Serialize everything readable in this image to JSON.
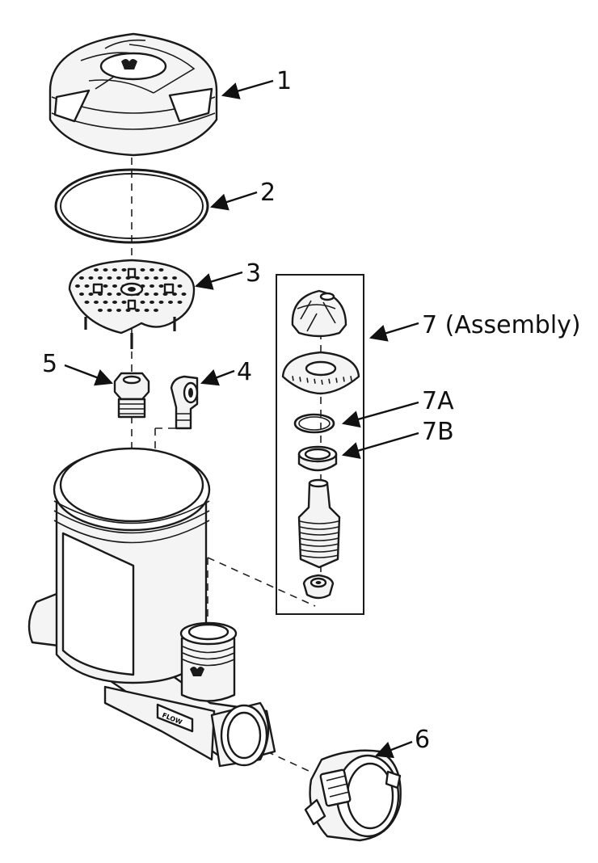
{
  "callouts": {
    "c1": "1",
    "c2": "2",
    "c3": "3",
    "c4": "4",
    "c5": "5",
    "c6": "6",
    "c7": "7 (Assembly)",
    "c7a": "7A",
    "c7b": "7B"
  },
  "body_marking": "FLOW",
  "colors": {
    "line": "#1a1a1a",
    "fill": "#f4f4f4",
    "background": "#ffffff"
  },
  "icons": [
    "lid-cover",
    "o-ring-gasket",
    "sieve-plate",
    "elbow-fitting",
    "nipple-fitting",
    "union-nut",
    "feeder-canister",
    "control-valve-assembly"
  ]
}
